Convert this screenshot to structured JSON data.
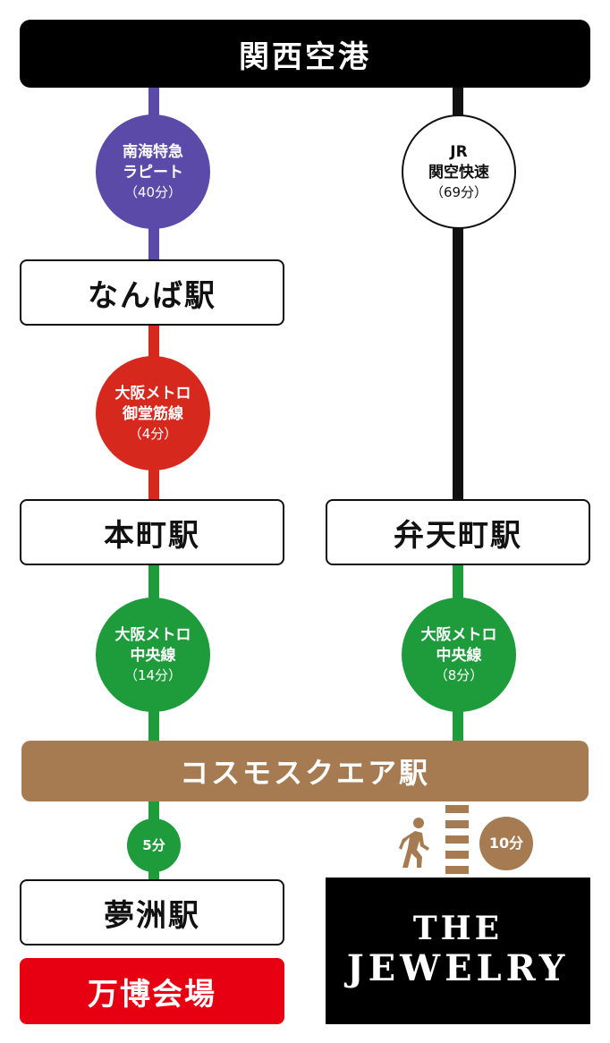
{
  "colors": {
    "nankai": "#5b4aa8",
    "midosuji": "#d7281e",
    "chuo": "#1e9c3b",
    "jr": "#111111",
    "cosmosquare": "#a67b52",
    "expo": "#e60012"
  },
  "top_bar": {
    "label": "関西空港"
  },
  "routes": {
    "nankai": {
      "line1": "南海特急",
      "line2": "ラピート",
      "time": "（40分）"
    },
    "jr": {
      "line1": "JR",
      "line2": "関空快速",
      "time": "（69分）"
    },
    "midosuji": {
      "line1": "大阪メトロ",
      "line2": "御堂筋線",
      "time": "（4分）"
    },
    "chuo_hommachi": {
      "line1": "大阪メトロ",
      "line2": "中央線",
      "time": "（14分）"
    },
    "chuo_bentencho": {
      "line1": "大阪メトロ",
      "line2": "中央線",
      "time": "（8分）"
    },
    "to_yumeshima": {
      "time": "5分"
    },
    "walk": {
      "time": "10分",
      "icon": "walking-person-icon"
    }
  },
  "stations": {
    "namba": "なんば駅",
    "hommachi": "本町駅",
    "bentencho": "弁天町駅",
    "cosmosquare": "コスモスクエア駅",
    "yumeshima": "夢洲駅",
    "expo": "万博会場"
  },
  "destination": {
    "line1": "THE",
    "line2": "JEWELRY"
  }
}
